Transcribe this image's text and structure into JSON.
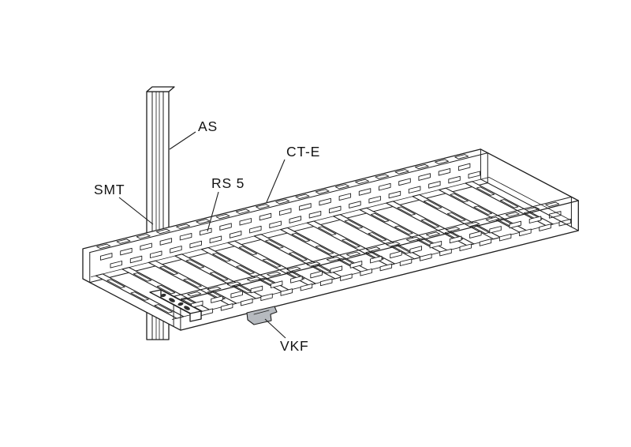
{
  "colors": {
    "line": "#1e1e1e",
    "background": "#ffffff",
    "clamp_fill": "#b6babf",
    "hole_fill": "#2e2e2e"
  },
  "labels": [
    {
      "id": "as",
      "text": "AS"
    },
    {
      "id": "ct-e",
      "text": "CT-E"
    },
    {
      "id": "rs-5",
      "text": "RS 5"
    },
    {
      "id": "smt",
      "text": "SMT"
    },
    {
      "id": "vkf",
      "text": "VKF"
    }
  ]
}
